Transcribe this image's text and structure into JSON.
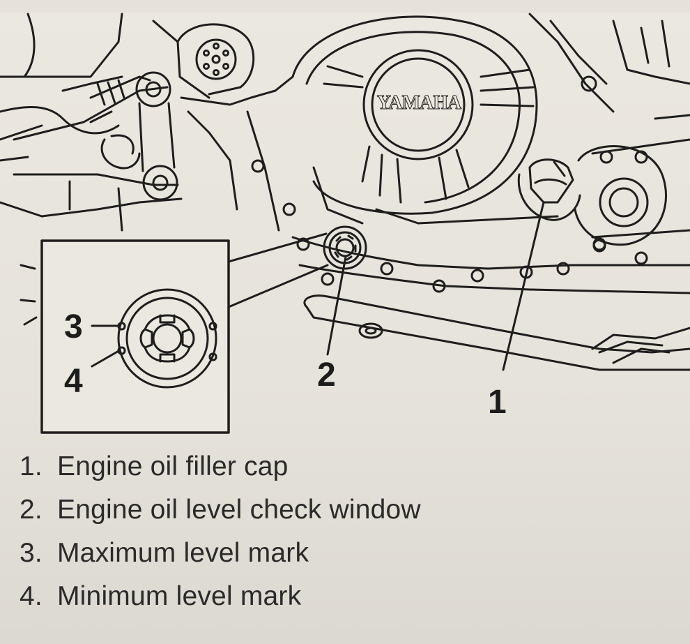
{
  "diagram": {
    "brand_text": "YAMAHA",
    "callouts": [
      "1",
      "2",
      "3",
      "4"
    ]
  },
  "legend": [
    {
      "number": "1.",
      "text": "Engine oil filler cap"
    },
    {
      "number": "2.",
      "text": "Engine oil level check window"
    },
    {
      "number": "3.",
      "text": "Maximum level mark"
    },
    {
      "number": "4.",
      "text": "Minimum level mark"
    }
  ],
  "colors": {
    "paper": "#e9e6dd",
    "ink": "#2b2a2a",
    "line": "#1d1c1c"
  }
}
